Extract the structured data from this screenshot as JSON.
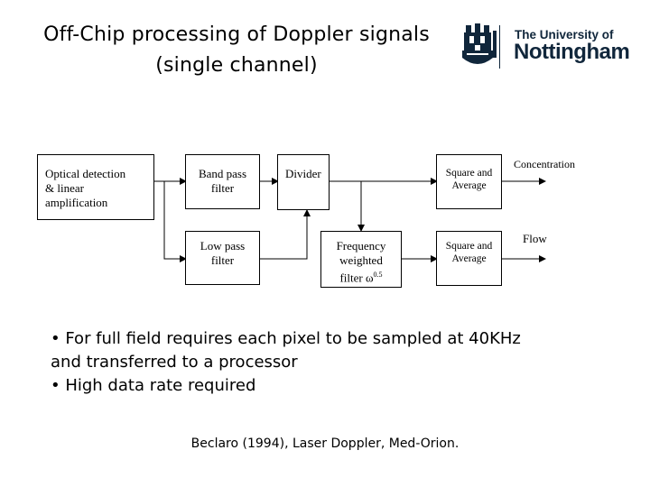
{
  "title": {
    "line1": "Off-Chip processing of Doppler signals",
    "line2": "(single channel)"
  },
  "logo": {
    "small_text": "The University of",
    "big_text": "Nottingham",
    "icon": "university-crest",
    "color": "#10263b"
  },
  "diagram": {
    "optical_detection": [
      "Optical detection",
      "& linear",
      "amplification"
    ],
    "band_pass": [
      "Band pass",
      "filter"
    ],
    "low_pass": [
      "Low pass",
      "filter"
    ],
    "divider": "Divider",
    "frequency_filter": [
      "Frequency",
      "weighted",
      "filter ",
      "ω",
      "0.5"
    ],
    "square_avg_top": [
      "Square and",
      "Average"
    ],
    "square_avg_bottom": [
      "Square and",
      "Average"
    ],
    "output_concentration": "Concentration",
    "output_flow": "Flow"
  },
  "bullets": [
    "• For full field requires each pixel to be sampled at 40KHz",
    "and transferred to a processor",
    "• High data rate required"
  ],
  "citation": "Beclaro (1994), Laser Doppler, Med-Orion."
}
